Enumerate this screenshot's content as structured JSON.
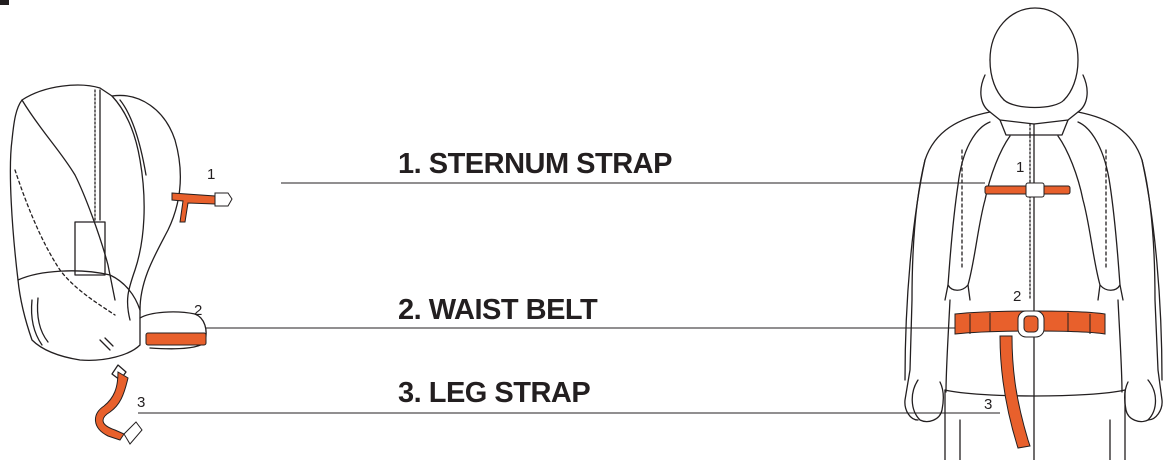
{
  "colors": {
    "strap": "#e8602c",
    "line": "#231f20",
    "background": "#ffffff"
  },
  "callouts": [
    {
      "number": "1",
      "label": "1. STERNUM STRAP"
    },
    {
      "number": "2",
      "label": "2. WAIST BELT"
    },
    {
      "number": "3",
      "label": "3. LEG STRAP"
    }
  ]
}
